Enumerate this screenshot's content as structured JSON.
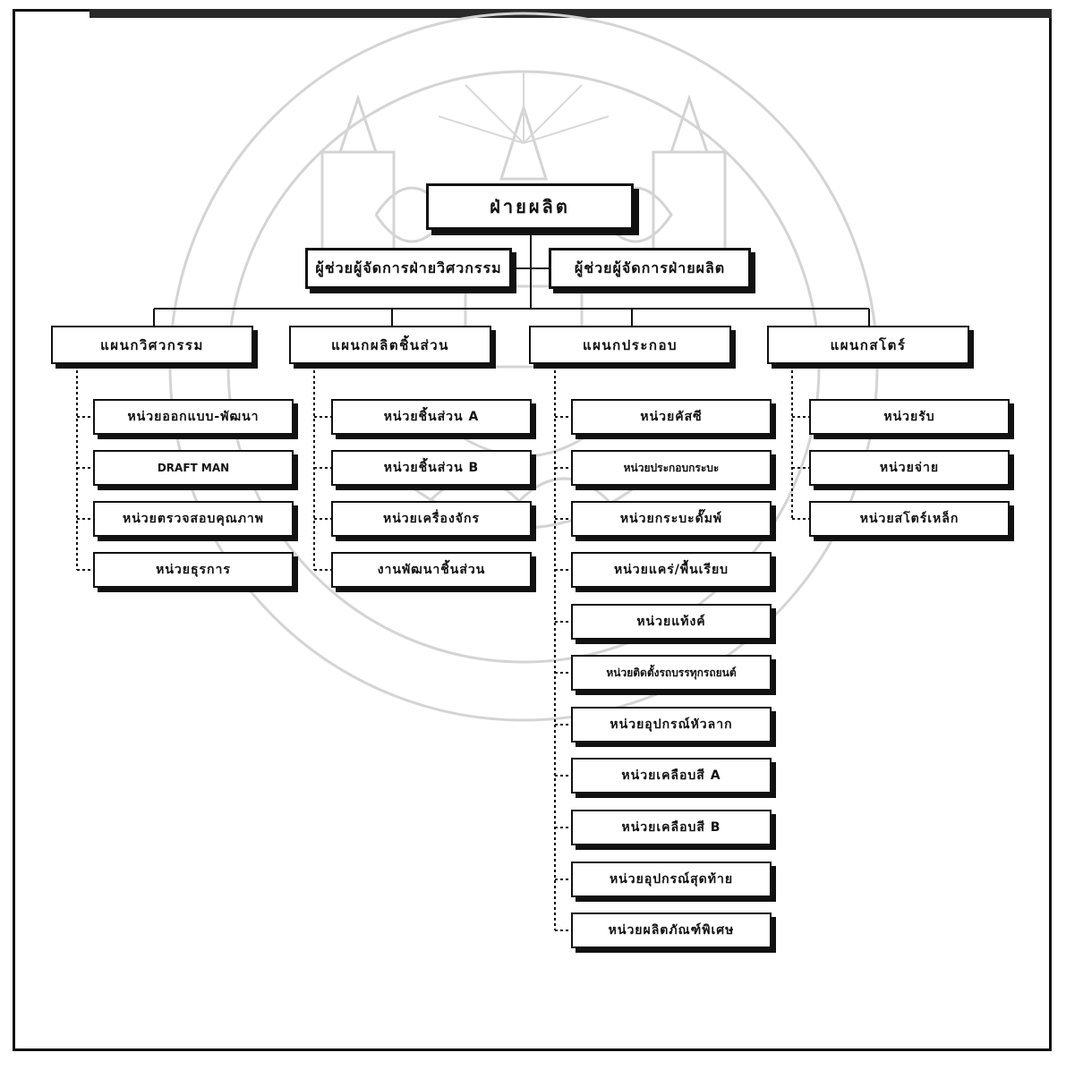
{
  "top": {
    "label": "ฝ่ายผลิต"
  },
  "assistants": [
    {
      "label": "ผู้ช่วยผู้จัดการฝ่ายวิศวกรรม"
    },
    {
      "label": "ผู้ช่วยผู้จัดการฝ่ายผลิต"
    }
  ],
  "departments": [
    {
      "label": "แผนกวิศวกรรม",
      "units": [
        "หน่วยออกแบบ-พัฒนา",
        "DRAFT MAN",
        "หน่วยตรวจสอบคุณภาพ",
        "หน่วยธุรการ"
      ]
    },
    {
      "label": "แผนกผลิตชิ้นส่วน",
      "units": [
        "หน่วยชิ้นส่วน A",
        "หน่วยชิ้นส่วน B",
        "หน่วยเครื่องจักร",
        "งานพัฒนาชิ้นส่วน"
      ]
    },
    {
      "label": "แผนกประกอบ",
      "units": [
        "หน่วยคัสซี",
        "หน่วยประกอบกระบะ",
        "หน่วยกระบะดั๊มพ์",
        "หน่วยแคร่/พื้นเรียบ",
        "หน่วยแท้งค์",
        "หน่วยติดตั้งรถบรรทุกรถยนต์",
        "หน่วยอุปกรณ์หัวลาก",
        "หน่วยเคลือบสี A",
        "หน่วยเคลือบสี B",
        "หน่วยอุปกรณ์สุดท้าย",
        "หน่วยผลิตภัณฑ์พิเศษ"
      ]
    },
    {
      "label": "แผนกสโตร์",
      "units": [
        "หน่วยรับ",
        "หน่วยจ่าย",
        "หน่วยสโตร์เหล็ก"
      ]
    }
  ],
  "colors": {
    "ink": "#111111",
    "watermark": "#d2d2d2"
  }
}
